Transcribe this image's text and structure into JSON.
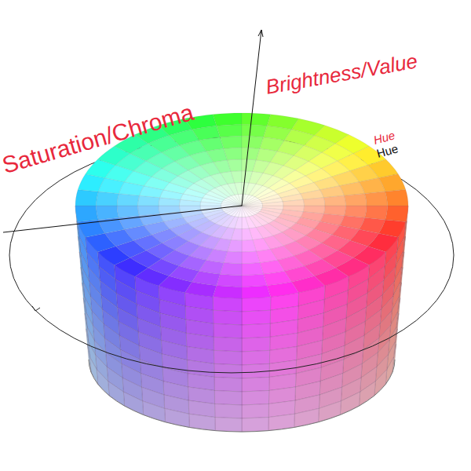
{
  "diagram": {
    "labels": [
      "Brightness/Value",
      "Saturation/Chroma",
      "Hue",
      "Hue"
    ]
  }
}
